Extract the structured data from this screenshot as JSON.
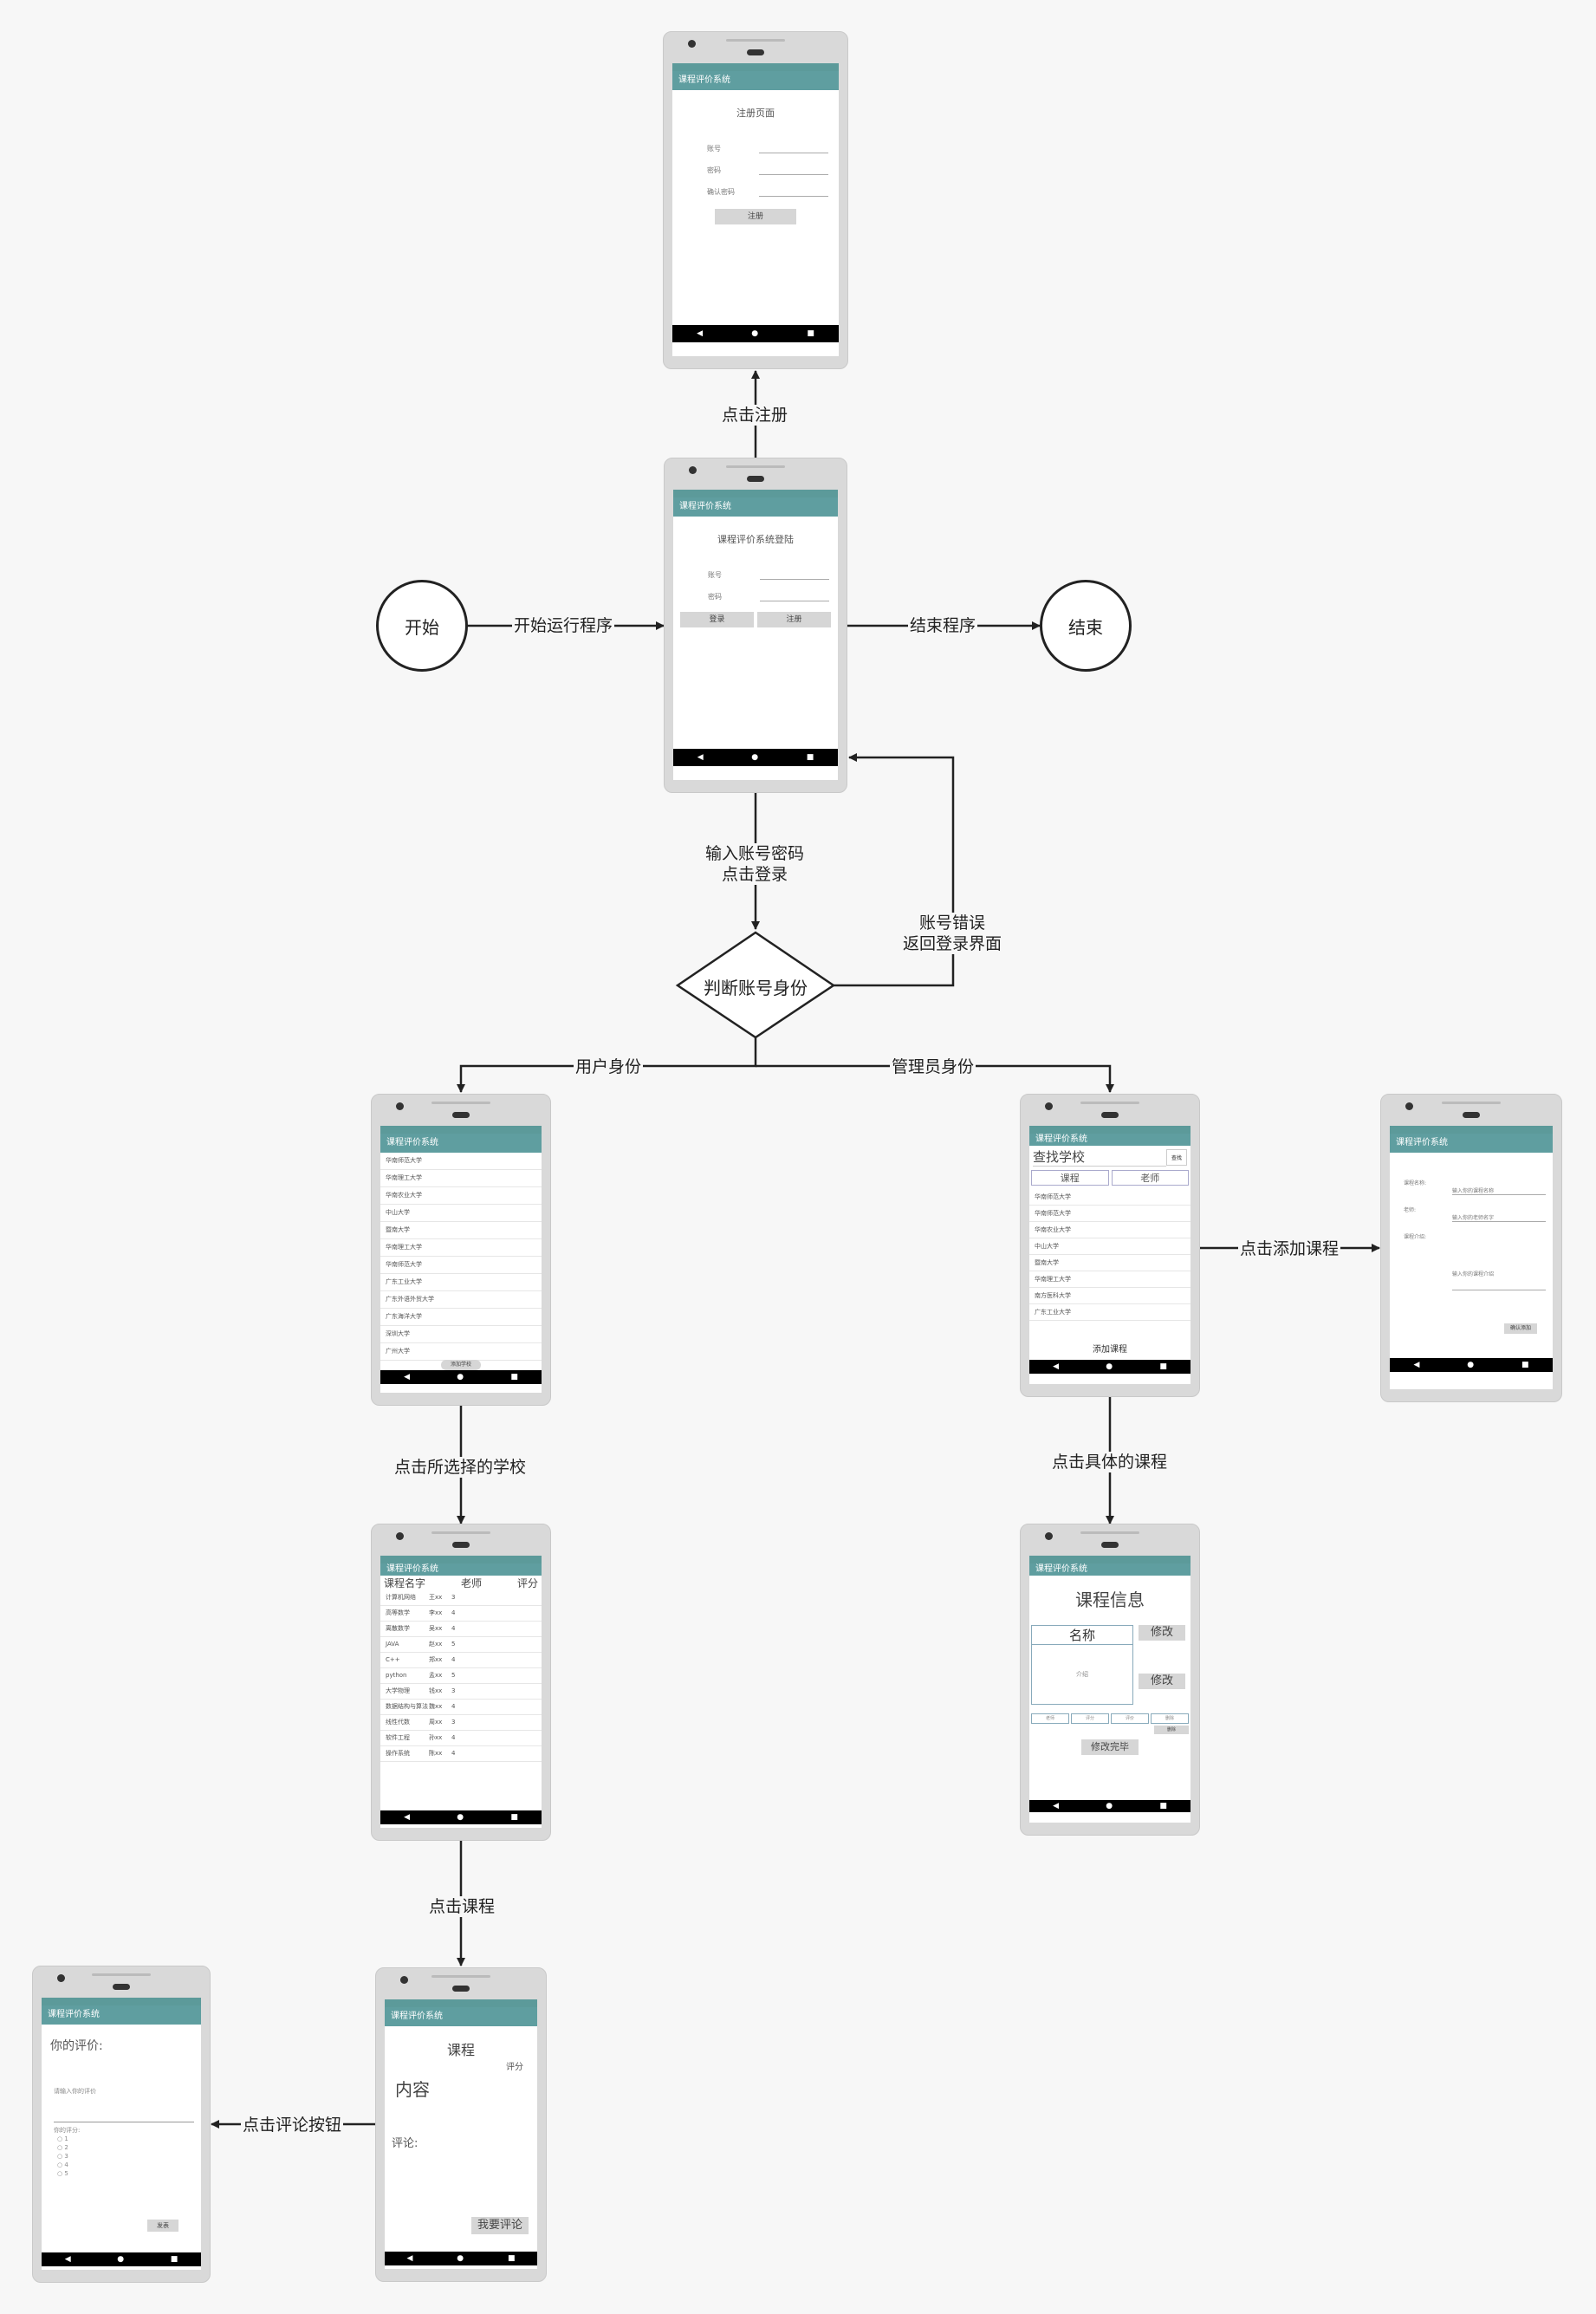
{
  "nodes": {
    "start": "开始",
    "end": "结束",
    "decision": "判断账号身份"
  },
  "edges": {
    "start_run": "开始运行程序",
    "end_program": "结束程序",
    "click_register": "点击注册",
    "login_line1": "输入账号密码",
    "login_line2": "点击登录",
    "wrong_line1": "账号错误",
    "wrong_line2": "返回登录界面",
    "user_role": "用户身份",
    "admin_role": "管理员身份",
    "click_school": "点击所选择的学校",
    "click_course": "点击课程",
    "click_comment_button": "点击评论按钮",
    "click_add_course": "点击添加课程",
    "click_specific_course": "点击具体的课程"
  },
  "screens": {
    "app_title": "课程评价系统",
    "nav": [
      "◀",
      "●",
      "■"
    ],
    "register": {
      "title": "注册页面",
      "fields": [
        "账号",
        "密码",
        "确认密码"
      ],
      "button": "注册"
    },
    "login": {
      "title": "课程评价系统登陆",
      "fields": [
        "账号",
        "密码"
      ],
      "login_button": "登录",
      "register_button": "注册"
    },
    "school_list": {
      "items": [
        "华南师范大学",
        "华南理工大学",
        "华南农业大学",
        "中山大学",
        "暨南大学",
        "华南理工大学",
        "华南师范大学",
        "广东工业大学",
        "广东外语外贸大学",
        "广东海洋大学",
        "深圳大学",
        "广州大学"
      ],
      "float_button": "添加学校"
    },
    "course_list": {
      "headers": [
        "课程名字",
        "老师",
        "评分"
      ],
      "rows": [
        [
          "计算机网络",
          "王xx",
          "3"
        ],
        [
          "高等数学",
          "李xx",
          "4"
        ],
        [
          "离散数学",
          "吴xx",
          "4"
        ],
        [
          "JAVA",
          "赵xx",
          "5"
        ],
        [
          "C++",
          "郑xx",
          "4"
        ],
        [
          "python",
          "孟xx",
          "5"
        ],
        [
          "大学物理",
          "钱xx",
          "3"
        ],
        [
          "数据结构与算法",
          "魏xx",
          "4"
        ],
        [
          "线性代数",
          "周xx",
          "3"
        ],
        [
          "软件工程",
          "孙xx",
          "4"
        ],
        [
          "操作系统",
          "陈xx",
          "4"
        ]
      ]
    },
    "course_detail": {
      "course": "课程",
      "score": "评分",
      "content": "内容",
      "comment_label": "评论:",
      "comment_button": "我要评论"
    },
    "review": {
      "prompt": "你的评价:",
      "placeholder": "请输入你的评价",
      "score_label": "你的评分:",
      "options": [
        "1",
        "2",
        "3",
        "4",
        "5"
      ],
      "submit": "发表"
    },
    "admin_list": {
      "search": "查找学校",
      "search_button": "查找",
      "tabs": [
        "课程",
        "老师"
      ],
      "items": [
        "华南师范大学",
        "华南师范大学",
        "华南农业大学",
        "中山大学",
        "暨南大学",
        "华南理工大学",
        "南方医科大学",
        "广东工业大学"
      ],
      "add_button": "添加课程"
    },
    "add_course": {
      "fields": [
        "课程名称:",
        "老师:",
        "课程介绍:"
      ],
      "placeholders": [
        "输入你的课程名称",
        "输入你的老师名字",
        "输入你的课程介绍"
      ],
      "confirm": "确认添加"
    },
    "course_info": {
      "title": "课程信息",
      "name": "名称",
      "edit": "修改",
      "intro": "介绍",
      "small_tabs": [
        "老师",
        "评分",
        "评价",
        "删除"
      ],
      "small_button": "删除",
      "done": "修改完毕"
    }
  }
}
